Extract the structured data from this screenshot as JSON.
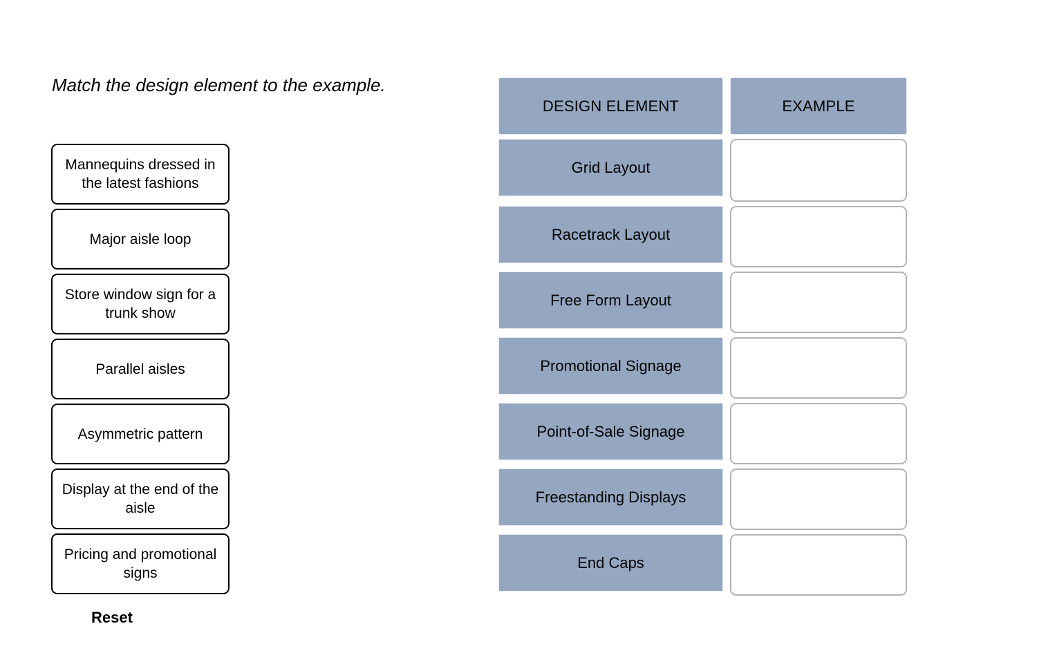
{
  "prompt": "Match the design element to the example.",
  "colors": {
    "header_fill": "#94a6c0",
    "label_fill": "#94a6c0",
    "drop_border": "#b3b3b3",
    "drag_border": "#000000",
    "page_background": "#ffffff"
  },
  "drag_bank": {
    "items": [
      {
        "label": "Mannequins dressed in the latest fashions"
      },
      {
        "label": "Major aisle loop"
      },
      {
        "label": "Store window sign for a trunk show"
      },
      {
        "label": "Parallel aisles"
      },
      {
        "label": "Asymmetric pattern"
      },
      {
        "label": "Display at the end of the aisle"
      },
      {
        "label": "Pricing and promotional signs"
      }
    ],
    "reset_label": "Reset"
  },
  "match_table": {
    "headers": {
      "left": "DESIGN ELEMENT",
      "right": "EXAMPLE"
    },
    "rows": [
      {
        "label": "Grid Layout",
        "answer": ""
      },
      {
        "label": "Racetrack Layout",
        "answer": ""
      },
      {
        "label": "Free Form Layout",
        "answer": ""
      },
      {
        "label": "Promotional Signage",
        "answer": ""
      },
      {
        "label": "Point-of-Sale Signage",
        "answer": ""
      },
      {
        "label": "Freestanding Displays",
        "answer": ""
      },
      {
        "label": "End Caps",
        "answer": ""
      }
    ]
  }
}
